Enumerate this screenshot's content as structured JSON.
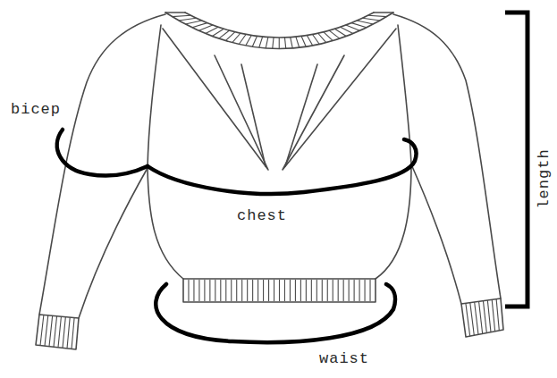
{
  "diagram": {
    "labels": [
      "bicep",
      "chest",
      "waist",
      "length"
    ]
  }
}
